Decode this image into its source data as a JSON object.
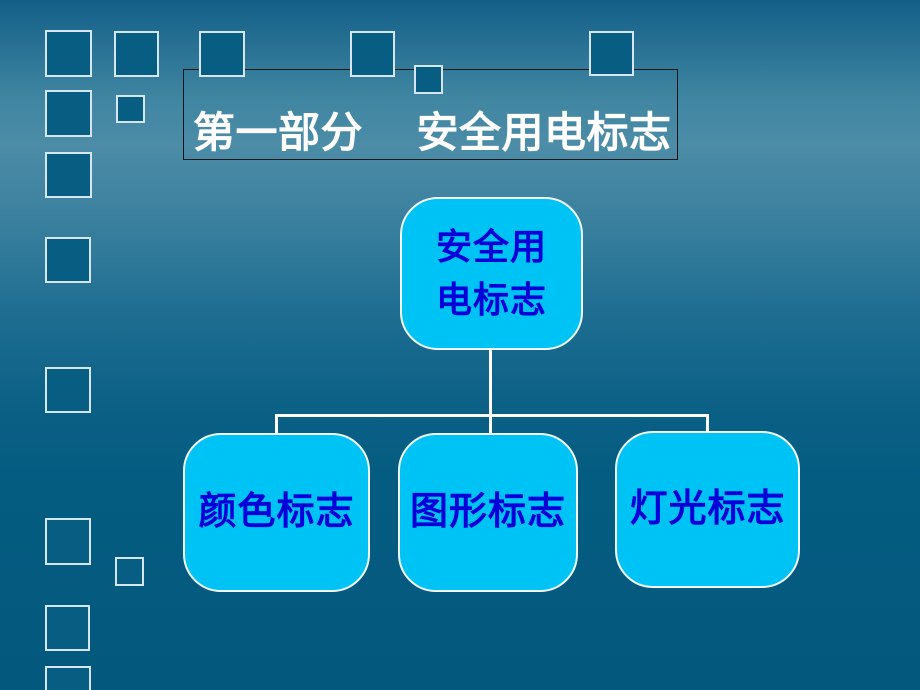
{
  "slide": {
    "title": "第一部分　 安全用电标志"
  },
  "diagram": {
    "root": {
      "label": "安全用\n电标志"
    },
    "children": [
      {
        "label": "颜色标志"
      },
      {
        "label": "图形标志"
      },
      {
        "label": "灯光标志"
      }
    ]
  },
  "colors": {
    "background_top": "#135F88",
    "background_light_band": "#4C8CA7",
    "background_bottom": "#03587D",
    "node_fill": "#00C3F5",
    "node_border": "#F2FBFE",
    "node_text": "#0000D8",
    "title_text": "#FFFFFF",
    "title_box_border": "#161616",
    "connector": "#FFFFFF",
    "decor_square_fill": "#085D82",
    "decor_square_border": "#D5E6EF"
  }
}
